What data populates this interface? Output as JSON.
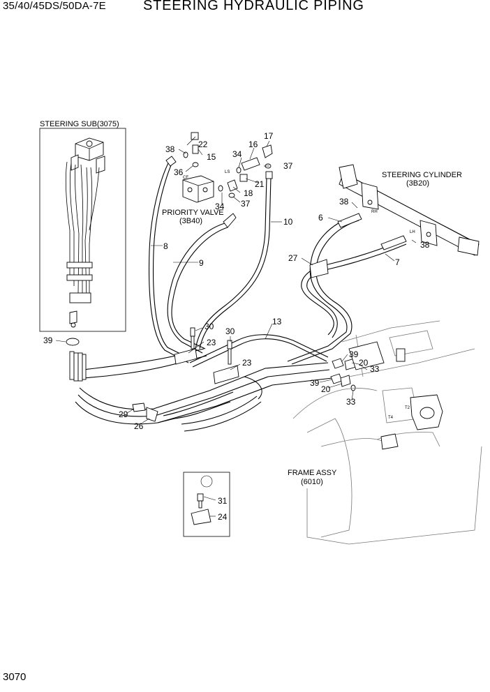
{
  "header": {
    "model": "35/40/45DS/50DA-7E",
    "title": "STEERING HYDRAULIC PIPING"
  },
  "footer": {
    "page_number": "3070"
  },
  "labels": {
    "steering_sub": "STEERING SUB(3075)",
    "steering_cylinder": "STEERING CYLINDER",
    "steering_cylinder_ref": "(3B20)",
    "priority_valve": "PRIORITY VALVE",
    "priority_valve_ref": "(3B40)",
    "frame_assy": "FRAME ASSY",
    "frame_assy_ref": "(6010)",
    "cf": "CF",
    "ls": "LS",
    "rh": "RH",
    "lh": "LH",
    "t2": "T2",
    "t4": "T4"
  },
  "callouts": {
    "c22": "22",
    "c38a": "38",
    "c15": "15",
    "c16": "16",
    "c17": "17",
    "c34a": "34",
    "c37a": "37",
    "c36": "36",
    "c21": "21",
    "c18": "18",
    "c34b": "34",
    "c37b": "37",
    "c8": "8",
    "c9": "9",
    "c10": "10",
    "c38b": "38",
    "c6": "6",
    "c38c": "38",
    "c7": "7",
    "c27": "27",
    "c13": "13",
    "c30a": "30",
    "c30b": "30",
    "c23a": "23",
    "c23b": "23",
    "c39a": "39",
    "c39b": "39",
    "c20a": "20",
    "c33a": "33",
    "c39c": "39",
    "c20b": "20",
    "c33b": "33",
    "c29": "29",
    "c26": "26",
    "c31": "31",
    "c24": "24"
  }
}
